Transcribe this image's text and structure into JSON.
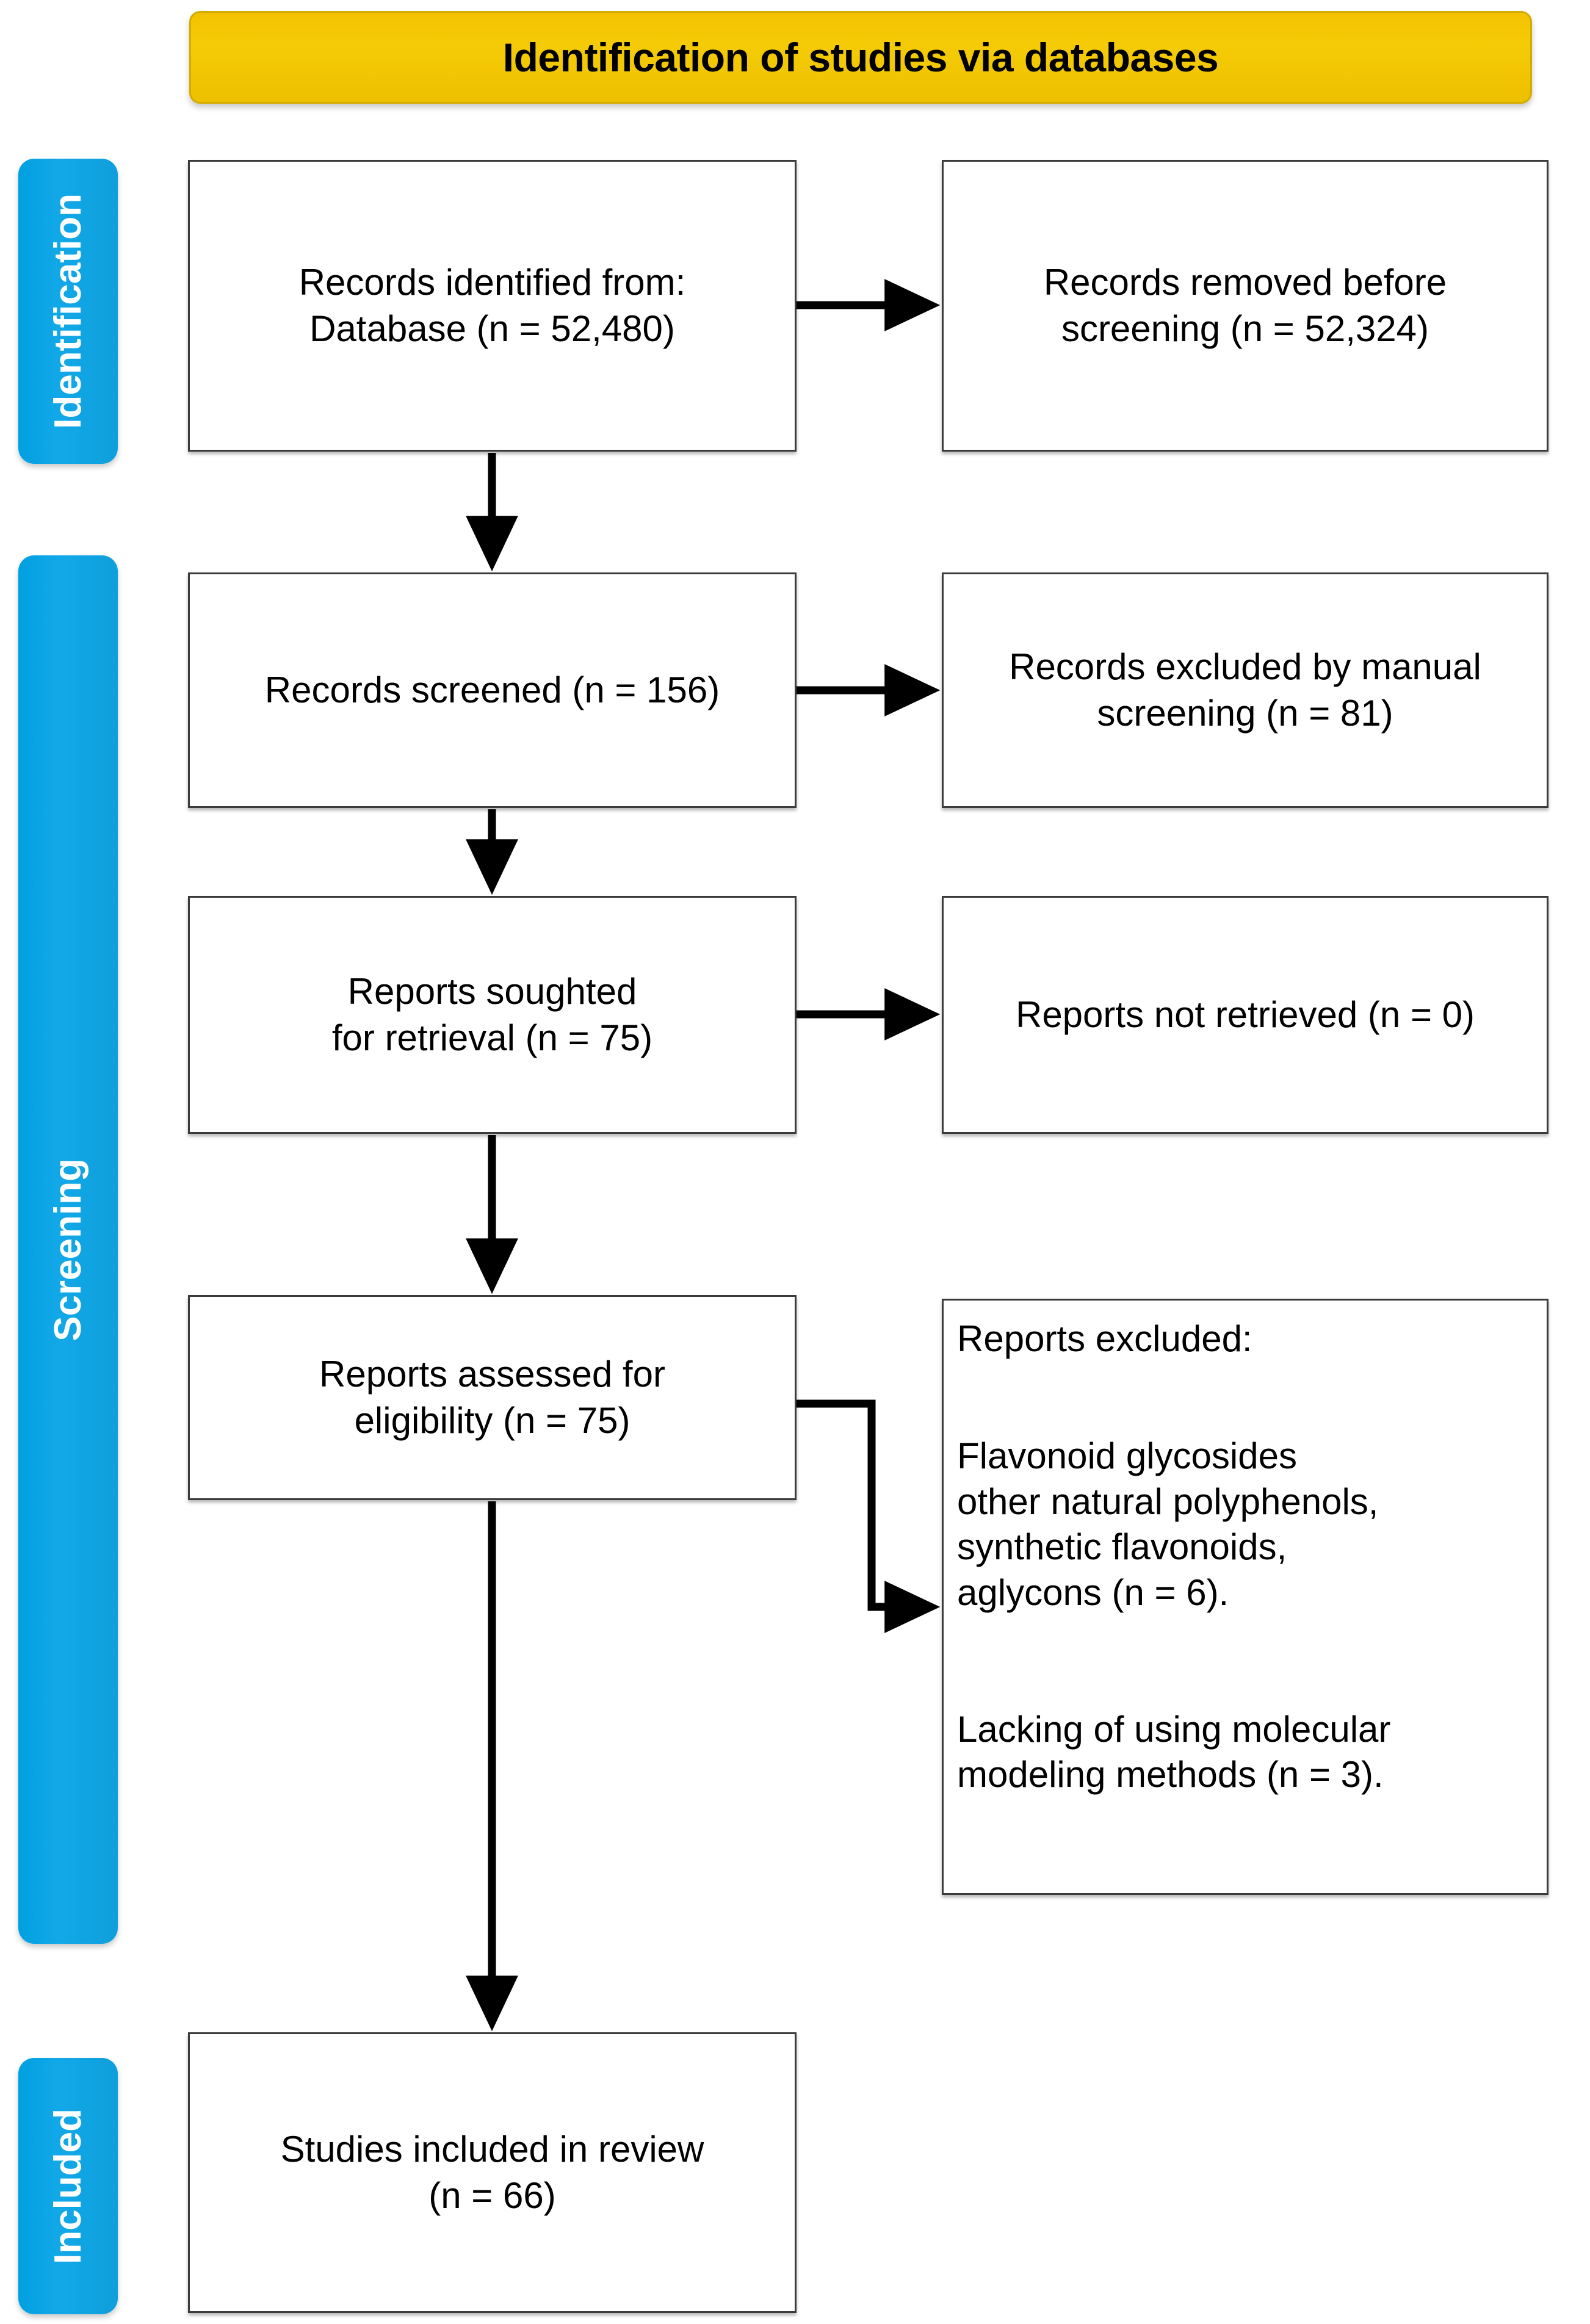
{
  "header": {
    "title": "Identification of studies via databases",
    "background_color": "#f2c200"
  },
  "stages": [
    {
      "id": "identification",
      "label": "Identification",
      "color": "#00a0e0"
    },
    {
      "id": "screening",
      "label": "Screening",
      "color": "#00a0e0"
    },
    {
      "id": "included",
      "label": "Included",
      "color": "#00a0e0"
    }
  ],
  "flow": {
    "identified": "Records identified from:\nDatabase (n = 52,480)",
    "removed": "Records removed before\nscreening (n = 52,324)",
    "screened": "Records screened (n = 156)",
    "excluded_manual": "Records excluded by manual\nscreening (n = 81)",
    "sought": "Reports soughted\nfor retrieval (n = 75)",
    "not_retrieved": "Reports not retrieved (n = 0)",
    "assessed": "Reports assessed for\neligibility (n = 75)",
    "excluded_heading": "Reports excluded:",
    "excluded_reason_1": "Flavonoid glycosides\nother natural polyphenols,\nsynthetic flavonoids,\naglycons (n = 6).",
    "excluded_reason_2": "Lacking of using molecular\nmodeling methods (n = 3).",
    "included": "Studies included in review\n(n = 66)"
  },
  "chart_data": {
    "type": "diagram",
    "title": "Identification of studies via databases",
    "nodes": [
      {
        "id": "identified",
        "stage": "Identification",
        "column": "left",
        "label": "Records identified from: Database",
        "n": 52480
      },
      {
        "id": "removed",
        "stage": "Identification",
        "column": "right",
        "label": "Records removed before screening",
        "n": 52324
      },
      {
        "id": "screened",
        "stage": "Screening",
        "column": "left",
        "label": "Records screened",
        "n": 156
      },
      {
        "id": "excluded_manual",
        "stage": "Screening",
        "column": "right",
        "label": "Records excluded by manual screening",
        "n": 81
      },
      {
        "id": "sought",
        "stage": "Screening",
        "column": "left",
        "label": "Reports soughted for retrieval",
        "n": 75
      },
      {
        "id": "not_retrieved",
        "stage": "Screening",
        "column": "right",
        "label": "Reports not retrieved",
        "n": 0
      },
      {
        "id": "assessed",
        "stage": "Screening",
        "column": "left",
        "label": "Reports assessed for eligibility",
        "n": 75
      },
      {
        "id": "excluded",
        "stage": "Screening",
        "column": "right",
        "label": "Reports excluded",
        "reasons": [
          {
            "text": "Flavonoid glycosides other natural polyphenols, synthetic flavonoids, aglycons",
            "n": 6
          },
          {
            "text": "Lacking of using molecular modeling methods",
            "n": 3
          }
        ]
      },
      {
        "id": "included",
        "stage": "Included",
        "column": "left",
        "label": "Studies included in review",
        "n": 66
      }
    ],
    "edges": [
      {
        "from": "identified",
        "to": "removed",
        "direction": "right"
      },
      {
        "from": "identified",
        "to": "screened",
        "direction": "down"
      },
      {
        "from": "screened",
        "to": "excluded_manual",
        "direction": "right"
      },
      {
        "from": "screened",
        "to": "sought",
        "direction": "down"
      },
      {
        "from": "sought",
        "to": "not_retrieved",
        "direction": "right"
      },
      {
        "from": "sought",
        "to": "assessed",
        "direction": "down"
      },
      {
        "from": "assessed",
        "to": "excluded",
        "direction": "right-elbow"
      },
      {
        "from": "assessed",
        "to": "included",
        "direction": "down"
      }
    ]
  }
}
